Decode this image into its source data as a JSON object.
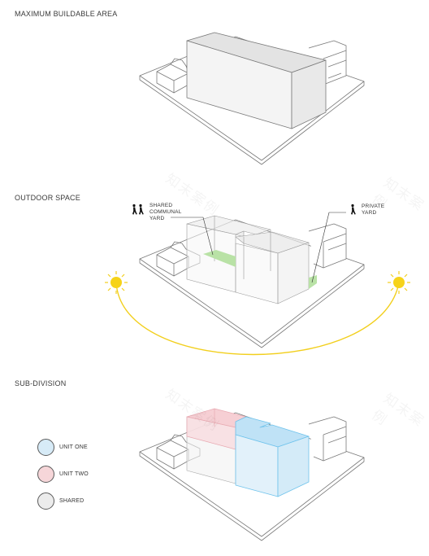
{
  "sections": {
    "max_area": {
      "title": "MAXIMUM BUILDABLE AREA"
    },
    "outdoor": {
      "title": "OUTDOOR SPACE",
      "shared_label": "SHARED\nCOMMUNAL\nYARD",
      "private_label": "PRIVATE\nYARD"
    },
    "subdivision": {
      "title": "SUB-DIVISION"
    }
  },
  "legend": [
    {
      "label": "UNIT ONE",
      "color": "#d7ebf7"
    },
    {
      "label": "UNIT TWO",
      "color": "#f6d6d9"
    },
    {
      "label": "SHARED",
      "color": "#ececec"
    }
  ],
  "colors": {
    "line": "#777777",
    "yard_green": "#b9e2a6",
    "sun": "#f2cf1d",
    "unit_one": "#d7ebf7",
    "unit_one_stroke": "#6fc3ec",
    "unit_two": "#f8dde0",
    "unit_two_stroke": "#e8a9b1"
  },
  "icons": [
    "pedestrians-icon",
    "pedestrian-icon",
    "sun-icon"
  ],
  "watermark": "知末案例"
}
